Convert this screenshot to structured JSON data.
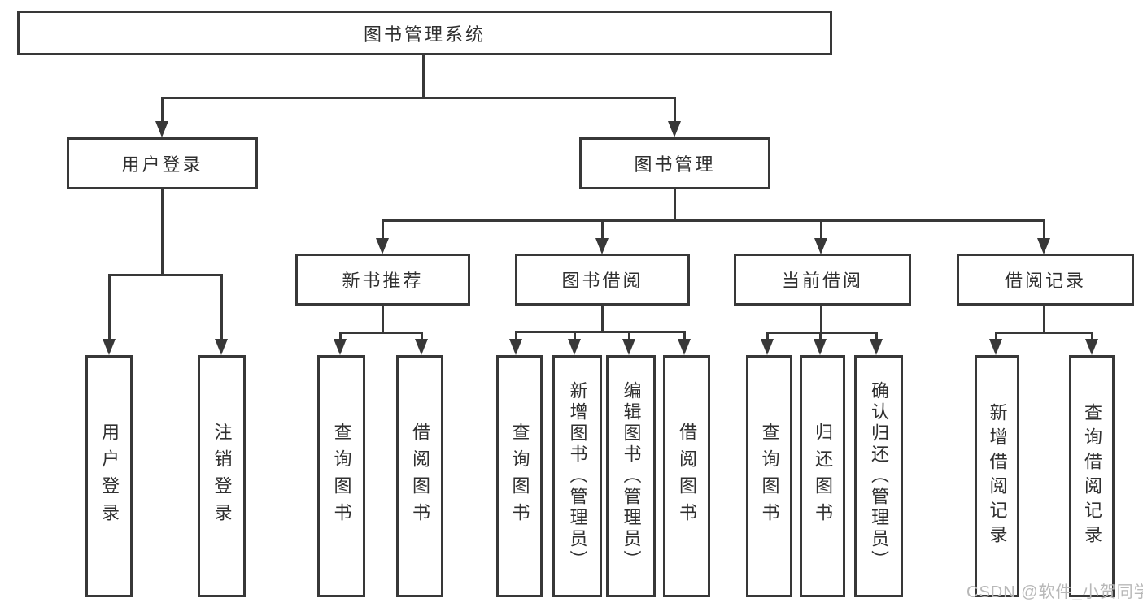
{
  "colors": {
    "line": "#383838",
    "text": "#303030",
    "background": "#ffffff",
    "watermark": "#b8b8b8"
  },
  "watermark": {
    "text": "CSDN @软件_小贺同学"
  },
  "diagram": {
    "root": {
      "label": "图书管理系统"
    },
    "user_login": {
      "label": "用户登录",
      "children": [
        {
          "label": "用户登录"
        },
        {
          "label": "注销登录"
        }
      ]
    },
    "book_management": {
      "label": "图书管理",
      "sections": [
        {
          "label": "新书推荐",
          "children": [
            {
              "label": "查询图书"
            },
            {
              "label": "借阅图书"
            }
          ]
        },
        {
          "label": "图书借阅",
          "children": [
            {
              "label": "查询图书"
            },
            {
              "label": "新增图书（管理员）"
            },
            {
              "label": "编辑图书（管理员）"
            },
            {
              "label": "借阅图书"
            }
          ]
        },
        {
          "label": "当前借阅",
          "children": [
            {
              "label": "查询图书"
            },
            {
              "label": "归还图书"
            },
            {
              "label": "确认归还（管理员）"
            }
          ]
        },
        {
          "label": "借阅记录",
          "children": [
            {
              "label": "新增借阅记录"
            },
            {
              "label": "查询借阅记录"
            }
          ]
        }
      ]
    }
  }
}
